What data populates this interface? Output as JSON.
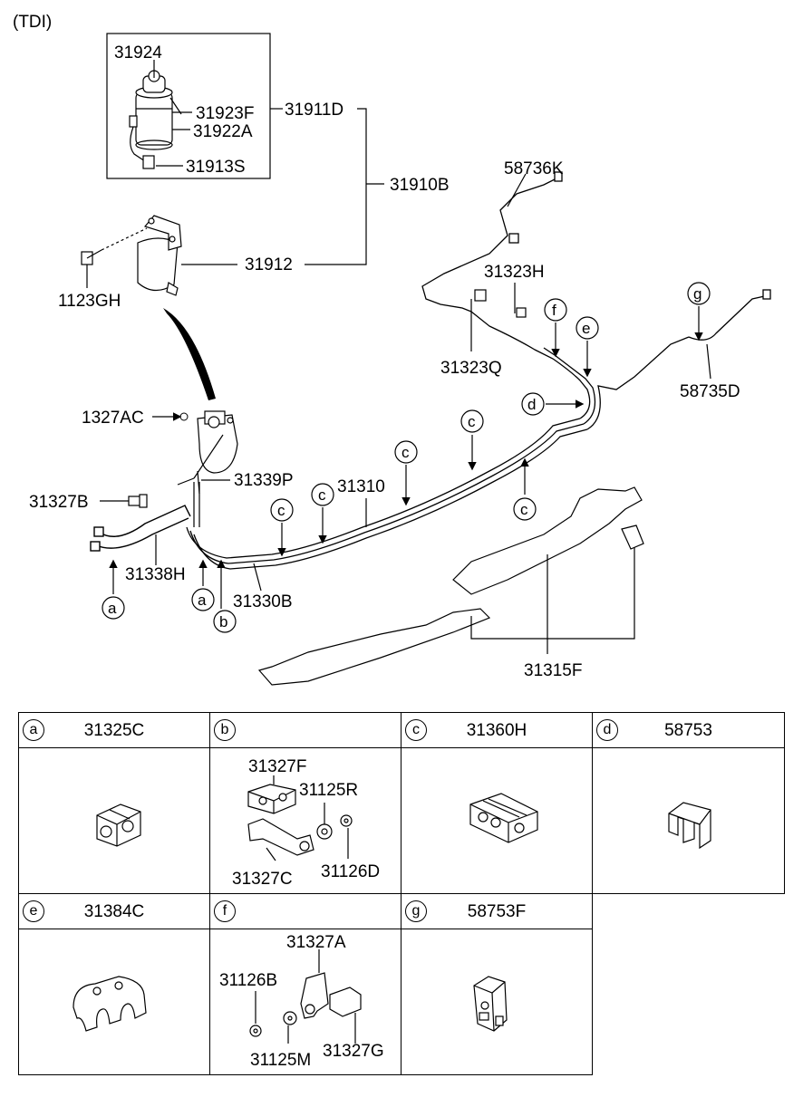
{
  "variant_label": "(TDI)",
  "callouts": {
    "p31924": "31924",
    "p31923F": "31923F",
    "p31911D": "31911D",
    "p31922A": "31922A",
    "p31913S": "31913S",
    "p31910B": "31910B",
    "p31912": "31912",
    "p1123GH": "1123GH",
    "p58736K": "58736K",
    "p31323H": "31323H",
    "p31323Q": "31323Q",
    "p58735D": "58735D",
    "p1327AC": "1327AC",
    "p31339P": "31339P",
    "p31310": "31310",
    "p31327B": "31327B",
    "p31338H": "31338H",
    "p31330B": "31330B",
    "p31315F": "31315F"
  },
  "clip_markers": {
    "a1": "a",
    "a2": "a",
    "b1": "b",
    "c1": "c",
    "c2": "c",
    "c3": "c",
    "c4": "c",
    "c5": "c",
    "d1": "d",
    "e1": "e",
    "f1": "f",
    "g1": "g"
  },
  "legend": [
    {
      "letter": "a",
      "part": "31325C",
      "labels": []
    },
    {
      "letter": "b",
      "part": "",
      "labels": [
        "31327F",
        "31125R",
        "31327C",
        "31126D"
      ]
    },
    {
      "letter": "c",
      "part": "31360H",
      "labels": []
    },
    {
      "letter": "d",
      "part": "58753",
      "labels": []
    },
    {
      "letter": "e",
      "part": "31384C",
      "labels": []
    },
    {
      "letter": "f",
      "part": "",
      "labels": [
        "31327A",
        "31126B",
        "31125M",
        "31327G"
      ]
    },
    {
      "letter": "g",
      "part": "58753F",
      "labels": []
    }
  ]
}
